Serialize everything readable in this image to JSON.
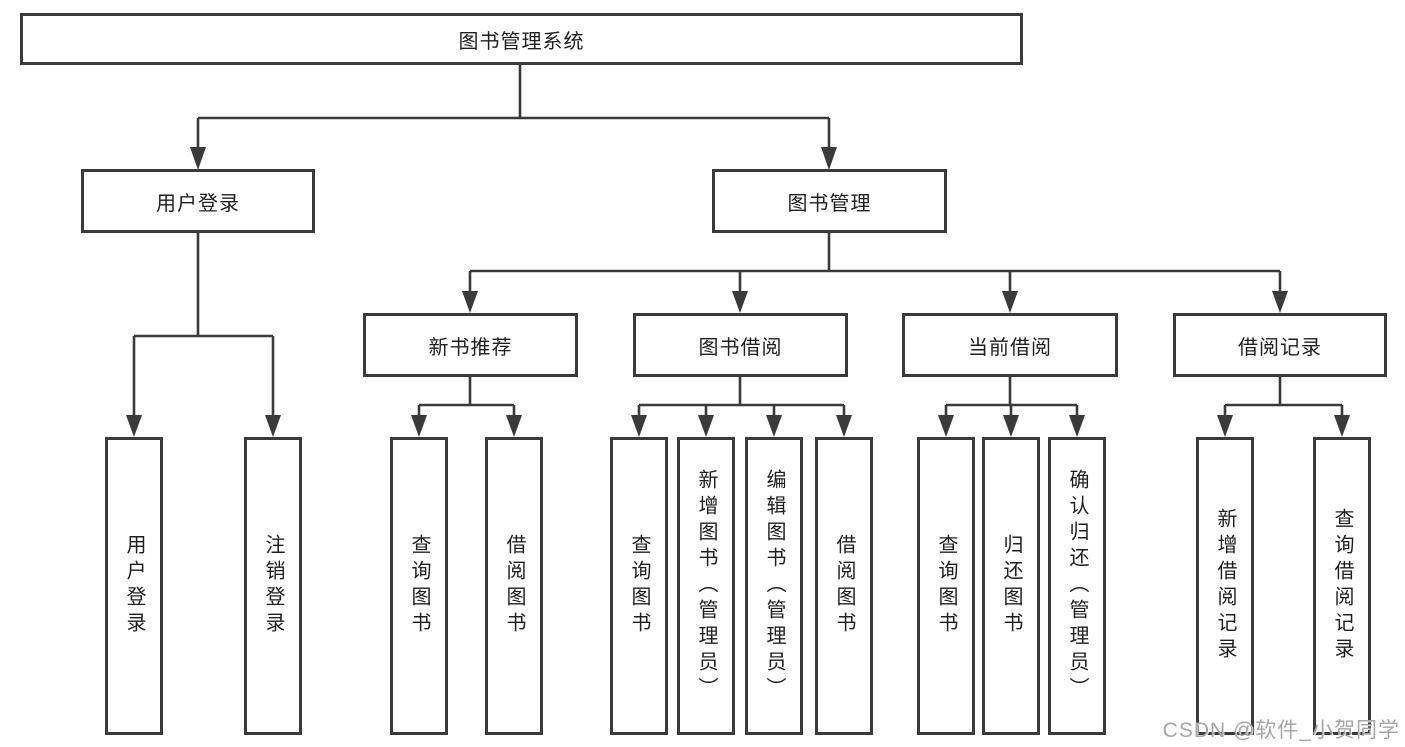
{
  "diagram": {
    "root": {
      "label": "图书管理系统"
    },
    "branches": [
      {
        "label": "用户登录",
        "children": [
          {
            "label": "用户登录"
          },
          {
            "label": "注销登录"
          }
        ]
      },
      {
        "label": "图书管理",
        "children": [
          {
            "label": "新书推荐",
            "children": [
              {
                "label": "查询图书"
              },
              {
                "label": "借阅图书"
              }
            ]
          },
          {
            "label": "图书借阅",
            "children": [
              {
                "label": "查询图书"
              },
              {
                "label": "新增图书（管理员）"
              },
              {
                "label": "编辑图书（管理员）"
              },
              {
                "label": "借阅图书"
              }
            ]
          },
          {
            "label": "当前借阅",
            "children": [
              {
                "label": "查询图书"
              },
              {
                "label": "归还图书"
              },
              {
                "label": "确认归还（管理员）"
              }
            ]
          },
          {
            "label": "借阅记录",
            "children": [
              {
                "label": "新增借阅记录"
              },
              {
                "label": "查询借阅记录"
              }
            ]
          }
        ]
      }
    ]
  },
  "watermark": "CSDN @软件_小贺同学",
  "colors": {
    "line": "#3a3a3a",
    "text": "#1f1f1f",
    "watermark": "#a6a6a6",
    "background": "#ffffff"
  }
}
